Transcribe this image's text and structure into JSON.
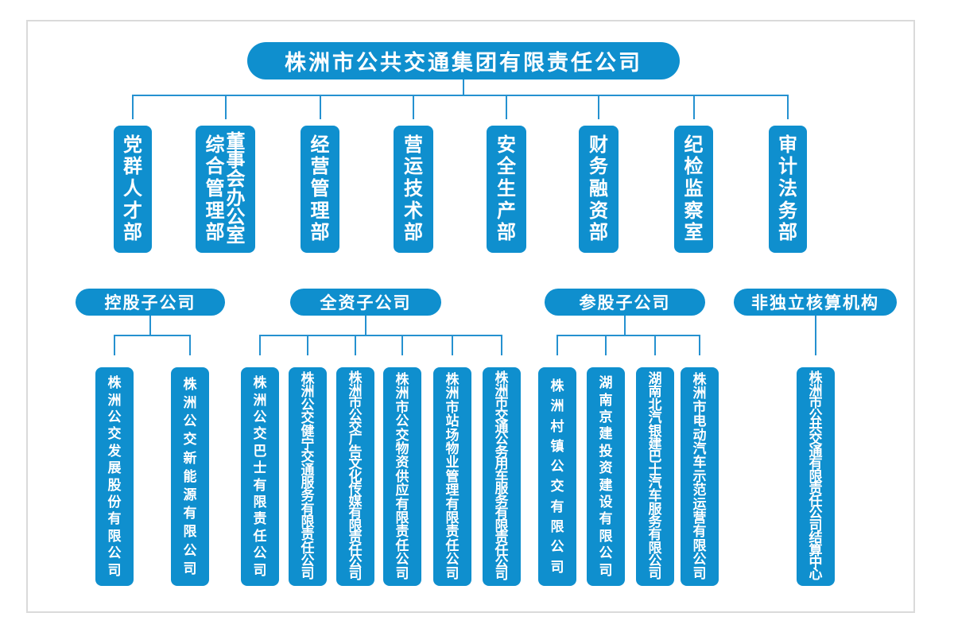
{
  "title": "株洲市公共交通集团有限责任公司",
  "departments": [
    {
      "label": "党群人才部"
    },
    {
      "line1": "董事会办公室",
      "line2": "综合管理部"
    },
    {
      "label": "经营管理部"
    },
    {
      "label": "营运技术部"
    },
    {
      "label": "安全生产部"
    },
    {
      "label": "财务融资部"
    },
    {
      "label": "纪检监察室"
    },
    {
      "label": "审计法务部"
    }
  ],
  "groups": [
    {
      "label": "控股子公司"
    },
    {
      "label": "全资子公司"
    },
    {
      "label": "参股子公司"
    },
    {
      "label": "非独立核算机构"
    }
  ],
  "companies": [
    {
      "label": "株洲公交发展股份有限公司",
      "group": "控股子公司"
    },
    {
      "label": "株洲公交新能源有限公司",
      "group": "控股子公司"
    },
    {
      "label": "株洲公交巴士有限责任公司",
      "group": "全资子公司"
    },
    {
      "label": "株洲公交健宁交通服务有限责任公司",
      "group": "全资子公司"
    },
    {
      "label": "株洲市公交广告文化传媒有限责任公司",
      "group": "全资子公司"
    },
    {
      "label": "株洲市公交物资供应有限责任公司",
      "group": "全资子公司"
    },
    {
      "label": "株洲市站场物业管理有限责任公司",
      "group": "全资子公司"
    },
    {
      "label": "株洲市交通公务用车服务有限责任公司",
      "group": "全资子公司"
    },
    {
      "label": "株洲村镇公交有限公司",
      "group": "参股子公司"
    },
    {
      "label": "湖南京建投资建设有限公司",
      "group": "参股子公司"
    },
    {
      "label": "湖南北汽银建巴士汽车服务有限公司",
      "group": "参股子公司"
    },
    {
      "label": "株洲市电动汽车示范运营有限公司",
      "group": "参股子公司"
    },
    {
      "label": "株洲市公共交通有限责任公司结算中心",
      "group": "非独立核算机构"
    }
  ],
  "colors": {
    "node_blue": "#0f8fce",
    "line_blue": "#2591d0",
    "text_white": "#ffffff",
    "frame_gray": "#dadada"
  }
}
